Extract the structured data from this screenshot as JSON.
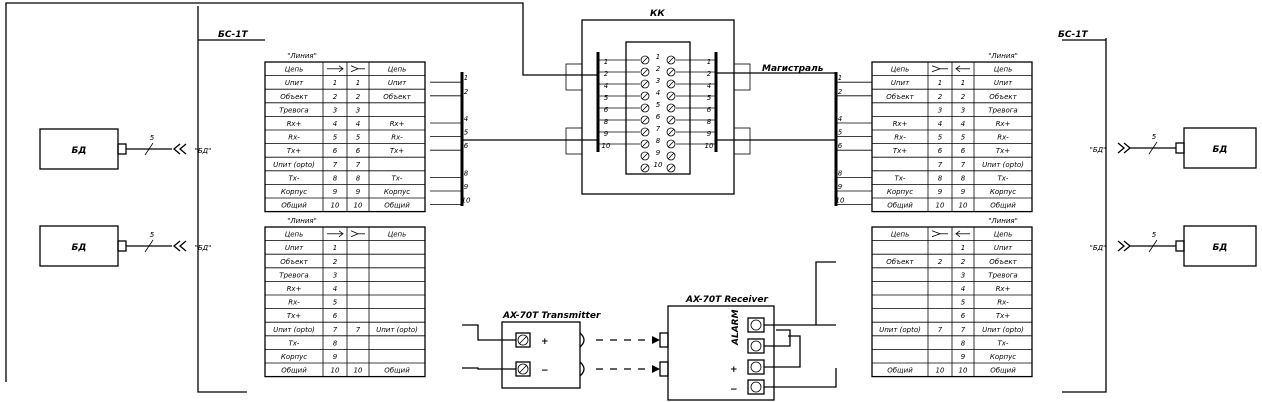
{
  "titles": {
    "kk": "КК",
    "bs_left": "БС-1Т",
    "bs_right": "БС-1Т",
    "magistral": "Магистраль",
    "transmitter": "AX-70T Transmitter",
    "receiver": "AX-70T Receiver",
    "alarm": "ALARM",
    "liniya": "\"Линия\"",
    "bd_port": "\"БД\"",
    "bd_box": "БД",
    "cable_count": "5",
    "plus": "+",
    "minus": "−"
  },
  "table_header": {
    "left": "Цепь",
    "right": "Цепь"
  },
  "circuits": [
    "Uпит",
    "Объект",
    "Тревога",
    "Rx+",
    "Rx-",
    "Tx+",
    "Uпит (opto)",
    "Tx-",
    "Корпус",
    "Общий"
  ],
  "pin_numbers": [
    "1",
    "2",
    "3",
    "4",
    "5",
    "6",
    "7",
    "8",
    "9",
    "10"
  ],
  "top_left_right_col": [
    "Uпит",
    "Объект",
    "",
    "Rx+",
    "Rx-",
    "Tx+",
    "",
    "Tx-",
    "Корпус",
    "Общий"
  ],
  "top_left_mid_col": [
    "1",
    "2",
    "3",
    "4",
    "5",
    "6",
    "7",
    "8",
    "9",
    "10"
  ],
  "top_left_bus_labels": [
    "1",
    "2",
    "4",
    "5",
    "6",
    "8",
    "9",
    "10"
  ],
  "kk_rows": [
    {
      "left": "1",
      "mid": "1",
      "right": "1"
    },
    {
      "left": "2",
      "mid": "2",
      "right": "2"
    },
    {
      "left": "4",
      "mid": "3",
      "right": "4"
    },
    {
      "left": "5",
      "mid": "4",
      "right": "5"
    },
    {
      "left": "6",
      "mid": "5",
      "right": "6"
    },
    {
      "left": "8",
      "mid": "6",
      "right": "8"
    },
    {
      "left": "9",
      "mid": "7",
      "right": "9"
    },
    {
      "left": "10",
      "mid": "8",
      "right": "10"
    },
    {
      "left": "",
      "mid": "9",
      "right": ""
    },
    {
      "left": "",
      "mid": "10",
      "right": ""
    }
  ],
  "top_right_left_col": [
    "Uпит",
    "Объект",
    "",
    "Rx+",
    "Rx-",
    "Tx+",
    "",
    "Tx-",
    "Корпус",
    "Общий"
  ],
  "bottom_left_right_col": [
    "",
    "",
    "",
    "",
    "",
    "",
    "Uпит (opto)",
    "",
    "",
    "Общий"
  ],
  "bottom_left_mid_col": [
    "",
    "",
    "",
    "",
    "",
    "",
    "7",
    "",
    "",
    "10"
  ],
  "bottom_right_left_col": [
    "",
    "Объект",
    "",
    "",
    "",
    "",
    "Uпит (opto)",
    "",
    "",
    "Общий"
  ],
  "bottom_right_mid_col": [
    "",
    "2",
    "",
    "",
    "",
    "",
    "7",
    "",
    "",
    "10"
  ]
}
